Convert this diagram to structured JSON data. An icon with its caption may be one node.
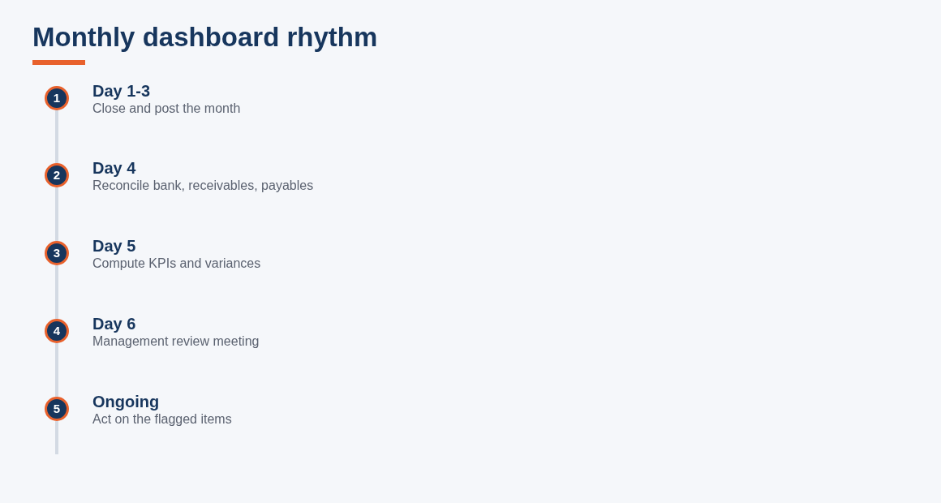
{
  "diagram": {
    "title": "Monthly dashboard rhythm",
    "nodes": [
      {
        "text": [
          "1"
        ],
        "beside": [
          "Day 1-3",
          "Close and post the month"
        ]
      },
      {
        "text": [
          "2"
        ],
        "beside": [
          "Day 4",
          "Reconcile bank, receivables, payables"
        ]
      },
      {
        "text": [
          "3"
        ],
        "beside": [
          "Day 5",
          "Compute KPIs and variances"
        ]
      },
      {
        "text": [
          "4"
        ],
        "beside": [
          "Day 6",
          "Management review meeting"
        ]
      },
      {
        "text": [
          "5"
        ],
        "beside": [
          "Ongoing",
          "Act on the flagged items"
        ]
      }
    ],
    "edges": [
      {
        "from": 0,
        "to": 1,
        "arrow": "none"
      },
      {
        "from": 1,
        "to": 2,
        "arrow": "none"
      },
      {
        "from": 2,
        "to": 3,
        "arrow": "none"
      },
      {
        "from": 3,
        "to": 4,
        "arrow": "none"
      },
      {
        "from": 4,
        "to": null,
        "arrow": "none"
      }
    ]
  }
}
